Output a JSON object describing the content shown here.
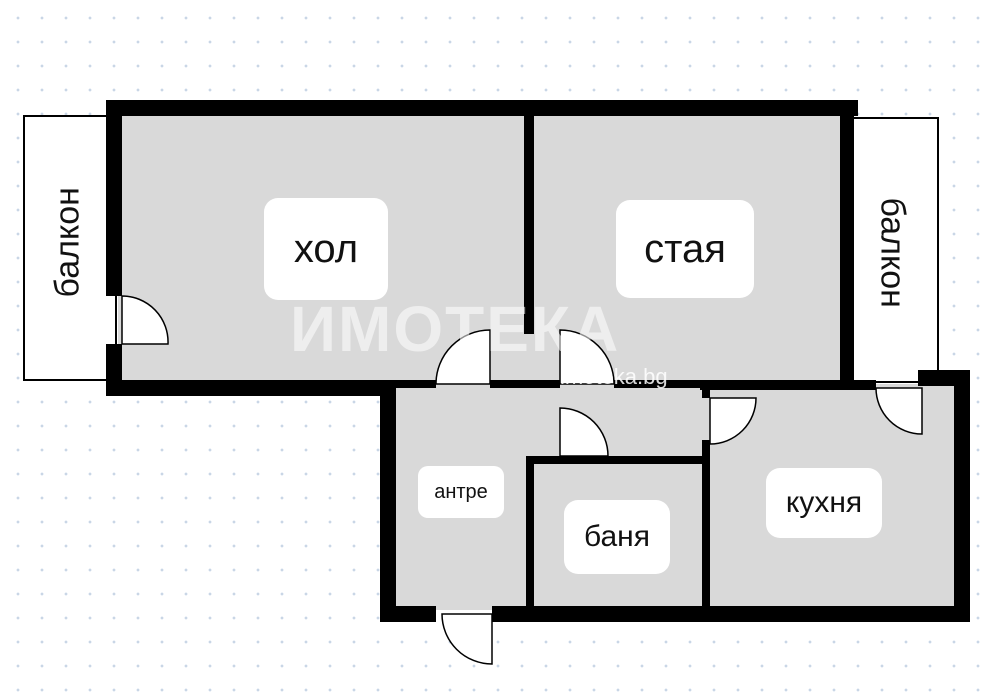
{
  "rooms": {
    "living": "хол",
    "bedroom": "стая",
    "hallway": "антре",
    "bathroom": "баня",
    "kitchen": "кухня",
    "balcony_left": "балкон",
    "balcony_right": "балкон"
  },
  "watermark": {
    "brand": "ИМОТЕКА",
    "url": "imoteka.bg"
  },
  "colors": {
    "wall": "#000000",
    "floor": "#d9d9d9",
    "balcony": "#ffffff",
    "dot_grid": "#c9d6e6"
  }
}
